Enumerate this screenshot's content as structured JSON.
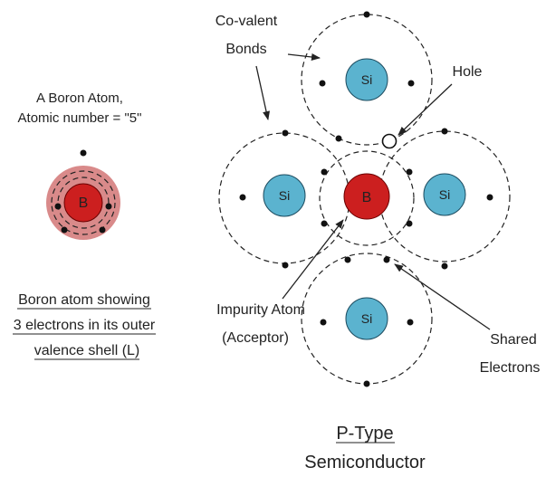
{
  "labels": {
    "boron_atom_line1": "A Boron Atom,",
    "boron_atom_line2": "Atomic number = \"5\"",
    "boron_caption_line1": "Boron atom showing",
    "boron_caption_line2": "3 electrons in its outer",
    "boron_caption_line3": "valence shell (L)",
    "covalent_line1": "Co-valent",
    "covalent_line2": "Bonds",
    "hole": "Hole",
    "impurity_line1": "Impurity Atom",
    "impurity_line2": "(Acceptor)",
    "shared_line1": "Shared",
    "shared_line2": "Electrons",
    "title_line1": "P-Type",
    "title_line2": "Semiconductor"
  },
  "atoms": {
    "boron_symbol": "B",
    "silicon_symbol": "Si"
  },
  "colors": {
    "silicon_fill": "#5bb3cf",
    "boron_fill": "#cc1f1f",
    "boron_halo": "#d98a8a",
    "electron": "#111111"
  }
}
